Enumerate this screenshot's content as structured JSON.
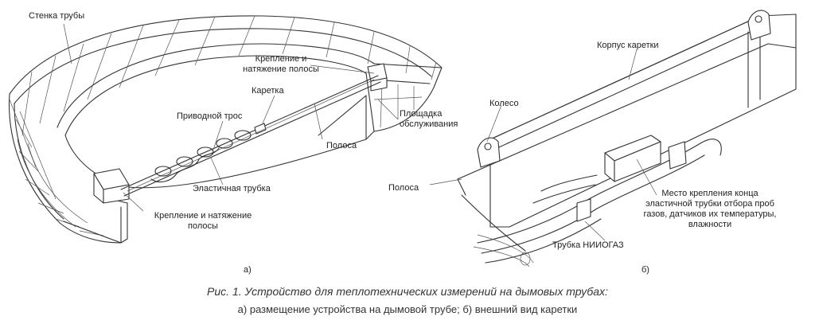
{
  "left_figure": {
    "labels": {
      "pipe_wall": "Стенка трубы",
      "top_mount": "Крепление и натяжение полосы",
      "carriage": "Каретка",
      "drive_cable": "Приводной трос",
      "service_platform": "Площадка обслуживания",
      "strip": "Полоса",
      "elastic_tube": "Эластичная трубка",
      "bottom_mount": "Крепление и натяжение полосы"
    },
    "panel_letter": "а)"
  },
  "right_figure": {
    "labels": {
      "carriage_body": "Корпус каретки",
      "wheel": "Колесо",
      "strip": "Полоса",
      "attachment_point": "Место крепления конца эластичной трубки отбора проб газов, датчиков их температуры, влажности",
      "niiogaz_tube": "Трубка НИИОГАЗ"
    },
    "panel_letter": "б)"
  },
  "caption": {
    "title": "Рис. 1. Устройство для теплотехнических измерений на дымовых трубах:",
    "subtitle": "а) размещение устройства на дымовой трубе; б) внешний вид каретки"
  }
}
